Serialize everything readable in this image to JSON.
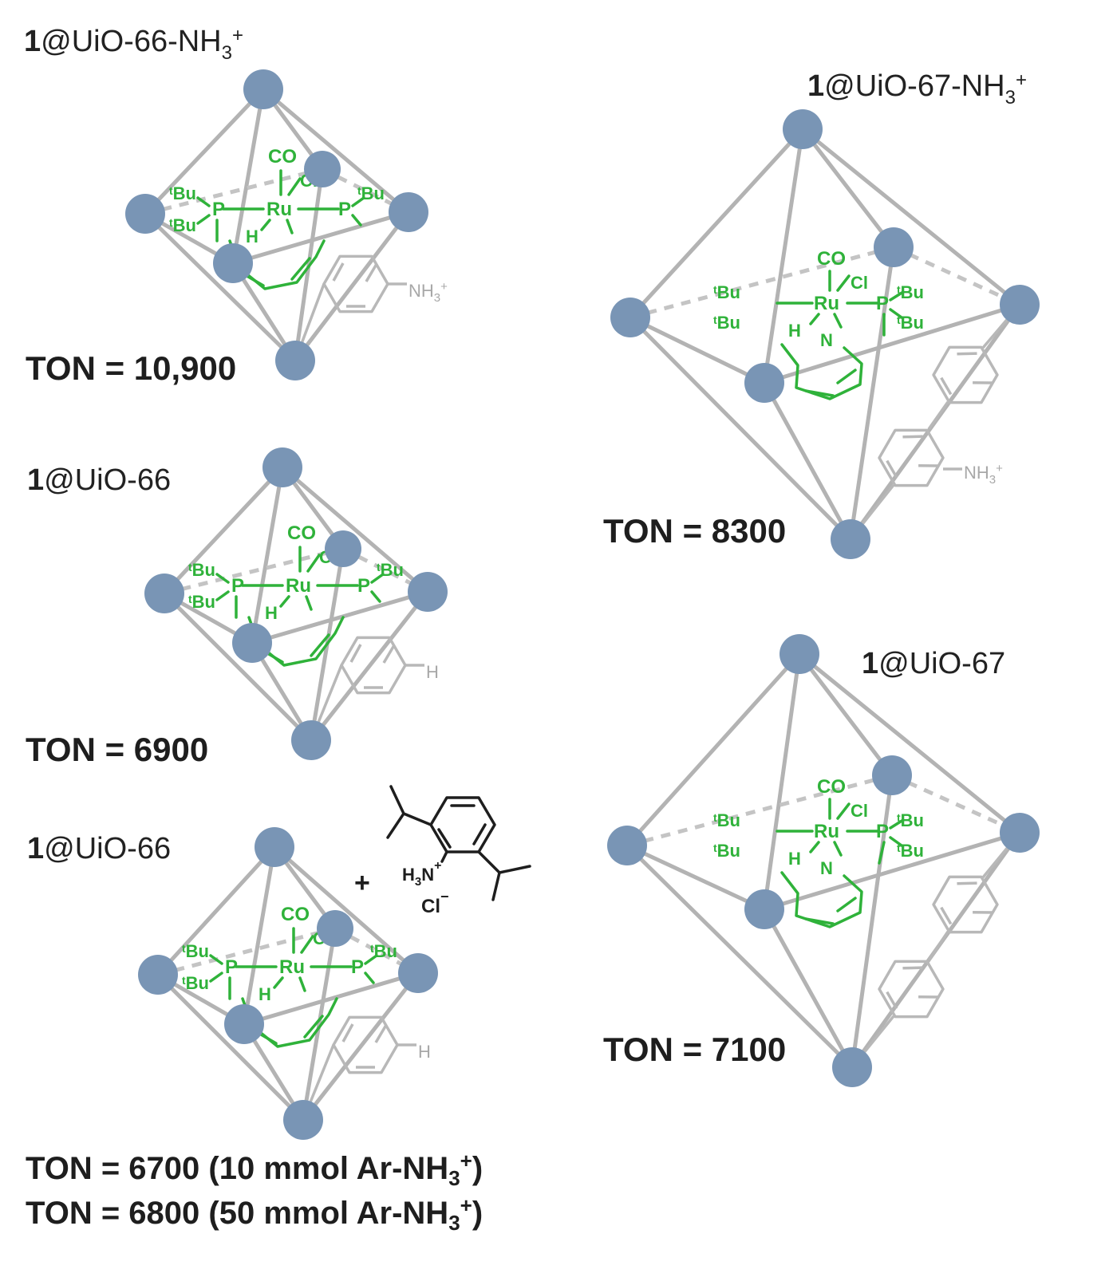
{
  "panels": [
    {
      "id": "uio66-nh3",
      "label_bold": "1",
      "label_rest": "@UiO-66-NH",
      "label_sub": "3",
      "label_sup": "+",
      "ton": "TON = 10,900",
      "ligand_group": "NH",
      "ligand_sub": "3",
      "ligand_sup": "+"
    },
    {
      "id": "uio66",
      "label_bold": "1",
      "label_rest": "@UiO-66",
      "ton": "TON = 6900",
      "ligand_group": "H"
    },
    {
      "id": "uio66-additive",
      "label_bold": "1",
      "label_rest": "@UiO-66",
      "ton_lines": [
        {
          "prefix": "TON = 6700 (10 mmol Ar-NH",
          "sub": "3",
          "sup": "+",
          "suffix": ")"
        },
        {
          "prefix": "TON = 6800 (50 mmol Ar-NH",
          "sub": "3",
          "sup": "+",
          "suffix": ")"
        }
      ],
      "ligand_group": "H",
      "additive": {
        "plus": "+",
        "amine": "H",
        "amine_sub": "3",
        "amine_n": "N",
        "amine_charge": "+",
        "counterion": "Cl",
        "counterion_charge": "−"
      }
    },
    {
      "id": "uio67-nh3",
      "label_bold": "1",
      "label_rest": "@UiO-67-NH",
      "label_sub": "3",
      "label_sup": "+",
      "ton": "TON = 8300",
      "ligand_group": "NH",
      "ligand_sub": "3",
      "ligand_sup": "+"
    },
    {
      "id": "uio67",
      "label_bold": "1",
      "label_rest": "@UiO-67",
      "ton": "TON = 7100"
    }
  ],
  "complex": {
    "co": "CO",
    "cl": "Cl",
    "ru": "Ru",
    "p": "P",
    "h": "H",
    "n": "N",
    "tbu_sup": "t",
    "tbu": "Bu"
  },
  "colors": {
    "node": "#7995b5",
    "edge": "#b3b3b3",
    "complex": "#2fb23a",
    "ligand": "#b8b8b8",
    "text": "#1e1e1e"
  }
}
